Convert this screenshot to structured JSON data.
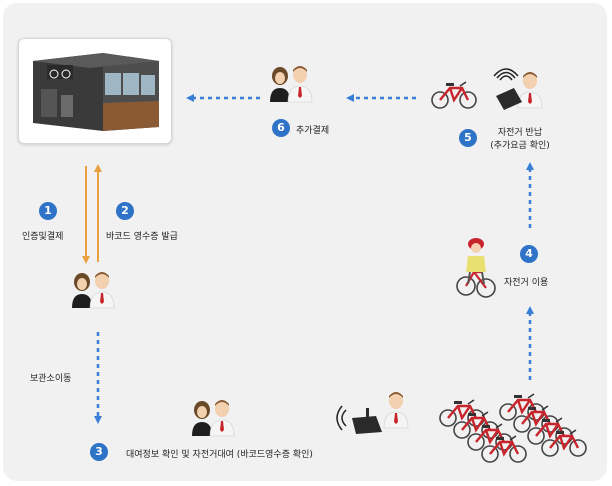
{
  "steps": [
    {
      "number": "1",
      "label": "인증및결제"
    },
    {
      "number": "2",
      "label": "바코드 영수증 발급"
    },
    {
      "number": "3",
      "label": "대여정보 확인 및 자전거대여 (바코드영수증 확인)"
    },
    {
      "number": "4",
      "label": "자전거 이용"
    },
    {
      "number": "5",
      "label_line1": "자전거 반납",
      "label_line2": "(추가요금 확인)"
    },
    {
      "number": "6",
      "label": "추가결제"
    }
  ],
  "transfer_label": "보관소이동",
  "colors": {
    "badge": "#2e73c8",
    "arrow_blue": "#3a7fd5",
    "arrow_orange": "#e8a040",
    "bike_red": "#c8242c",
    "panel_bg": "#f1f1f1"
  },
  "icons": [
    "kiosk-building",
    "person-pair",
    "handheld-terminal",
    "bicycle",
    "cyclist",
    "bicycle-rack"
  ]
}
